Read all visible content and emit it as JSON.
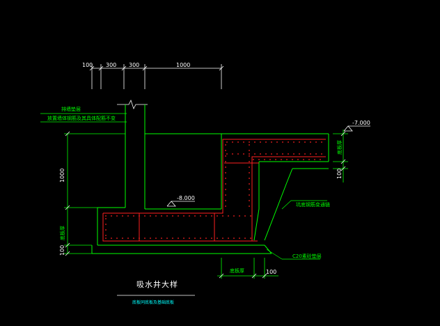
{
  "drawing": {
    "title": "吸水井大样",
    "subtitle": "底板同底板及基础底板",
    "colors": {
      "background": "#000000",
      "outline": "#00ff00",
      "rebar": "#ff2020",
      "dimension": "#ffffff",
      "subtitle": "#00ffff"
    }
  },
  "dimensions": {
    "top": [
      "100",
      "300",
      "300",
      "1000"
    ],
    "left_height": "1000",
    "left_thickness": "底板厚",
    "left_bottom": "100",
    "right_thickness": "底板厚",
    "right_bottom": "100",
    "bottom_width": "底板厚",
    "bottom_100": "100"
  },
  "annotations": {
    "wall_top_note": "排墙垫层",
    "wall_note": "放置墙体钢筋及其具体配筋不变",
    "slope_note": "坑底钢筋变通链",
    "concrete_note": "C20素砼垫层"
  },
  "elevations": {
    "top_right": "-7.000",
    "pit_bottom": "-8.000"
  }
}
